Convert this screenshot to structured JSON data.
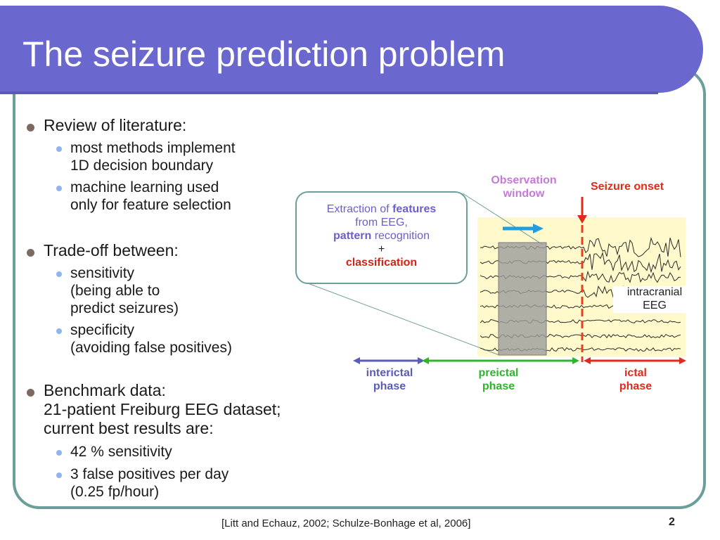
{
  "slide": {
    "title": "The seizure prediction problem",
    "bullets": {
      "b1": "Review of literature:",
      "b1_s1_a": "most methods implement",
      "b1_s1_b": "1D decision boundary",
      "b1_s2_a": "machine learning used",
      "b1_s2_b": "only for feature selection",
      "b2": "Trade-off between:",
      "b2_s1_a": "sensitivity",
      "b2_s1_b": "(being able to",
      "b2_s1_c": "predict seizures)",
      "b2_s2_a": "specificity",
      "b2_s2_b": "(avoiding false positives)",
      "b3_a": "Benchmark data:",
      "b3_b": "21-patient Freiburg EEG dataset;",
      "b3_c": "current best results are:",
      "b3_s1": "42 % sensitivity",
      "b3_s2_a": "3 false positives per day",
      "b3_s2_b": "(0.25 fp/hour)"
    },
    "figure": {
      "callout_pre": "Extraction of ",
      "callout_features": "features",
      "callout_from": "from EEG,",
      "callout_pattern": "pattern",
      "callout_recog": " recognition",
      "callout_plus": "+",
      "callout_class": "classification",
      "obs_line1": "Observation",
      "obs_line2": "window",
      "seizure_onset": "Seizure onset",
      "eeg_line1": "intracranial",
      "eeg_line2": "EEG",
      "interictal_1": "interictal",
      "interictal_2": "phase",
      "preictal_1": "preictal",
      "preictal_2": "phase",
      "ictal_1": "ictal",
      "ictal_2": "phase"
    },
    "colors": {
      "title_bar": "#6a67cf",
      "frame": "#6c9e9b",
      "observation": "#c47ad6",
      "seizure": "#e02a1a",
      "interictal": "#5b5bb8",
      "preictal": "#2db52d",
      "callout_text": "#6a5fd0",
      "arrow_blue": "#1f9ee0"
    },
    "footer": "[Litt and Echauz, 2002; Schulze-Bonhage et al, 2006]",
    "page_number": "2"
  }
}
